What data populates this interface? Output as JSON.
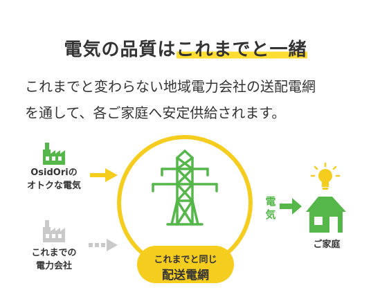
{
  "title": {
    "part1": "電気の品質は",
    "part2": "これまでと一緒"
  },
  "description": {
    "line1": "これまでと変わらない地域電力会社の送配電網",
    "line2": "を通して、各ご家庭へ安定供給されます。"
  },
  "diagram": {
    "osidori_label_line1": "OsidOriの",
    "osidori_label_line2": "オトクな電気",
    "legacy_label_line1": "これまでの",
    "legacy_label_line2": "電力会社",
    "grid_label_small": "これまでと同じ",
    "grid_label_large": "配送電網",
    "flow_label_1": "電",
    "flow_label_2": "気",
    "home_label": "ご家庭"
  },
  "colors": {
    "accent_yellow": "#f5cd1f",
    "green": "#55b64a",
    "gray": "#c9c9c9",
    "text": "#333333"
  },
  "icons": [
    "factory-icon",
    "arrow-right-icon",
    "power-tower-icon",
    "light-bulb-icon",
    "house-icon"
  ]
}
